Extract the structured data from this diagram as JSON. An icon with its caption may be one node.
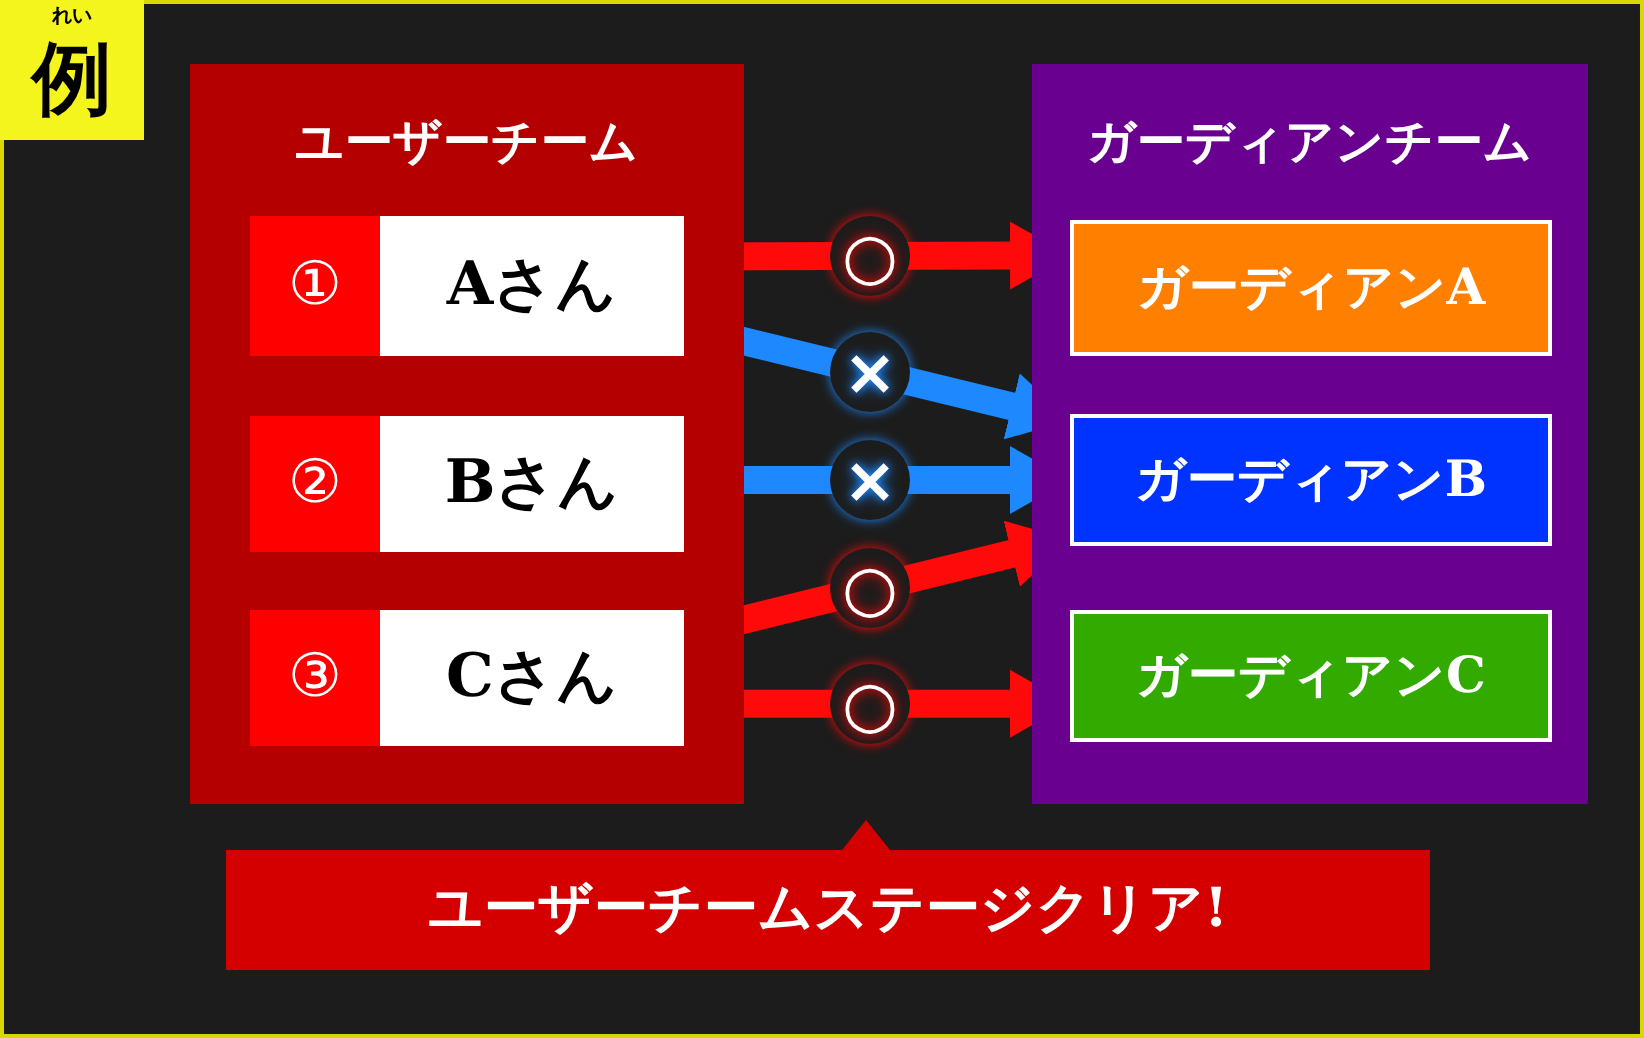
{
  "diagram": {
    "title": "例",
    "nodes": [
      {
        "text": [
          "ユーザーチーム"
        ]
      },
      {
        "text": [
          "①",
          "Aさん"
        ],
        "in": 0
      },
      {
        "text": [
          "②",
          "Bさん"
        ],
        "in": 0
      },
      {
        "text": [
          "③",
          "Cさん"
        ],
        "in": 0
      },
      {
        "text": [
          "ガーディアンチーム"
        ]
      },
      {
        "text": [
          "ガーディアンA"
        ],
        "in": 4
      },
      {
        "text": [
          "ガーディアンB"
        ],
        "in": 4
      },
      {
        "text": [
          "ガーディアンC"
        ],
        "in": 4
      },
      {
        "text": [
          "ユーザーチームステージクリア!"
        ]
      }
    ],
    "edges": [
      {
        "from": 1,
        "to": 5,
        "arrow": "to",
        "label": "○"
      },
      {
        "from": 1,
        "to": 6,
        "arrow": "to",
        "label": "×",
        "color": "#1e88ff"
      },
      {
        "from": 2,
        "to": 6,
        "arrow": "to",
        "label": "×",
        "color": "#1e88ff"
      },
      {
        "from": 3,
        "to": 6,
        "arrow": "to",
        "label": "○"
      },
      {
        "from": 3,
        "to": 7,
        "arrow": "to",
        "label": "○"
      }
    ],
    "labels": [
      "れい"
    ]
  }
}
